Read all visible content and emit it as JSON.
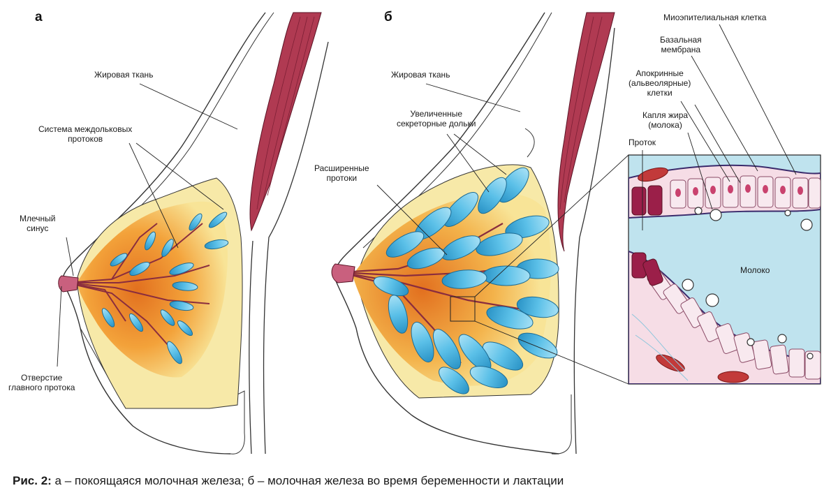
{
  "panels": {
    "a": "а",
    "b": "б"
  },
  "labels_a": {
    "fat": "Жировая ткань",
    "ducts": "Система междольковых\nпротоков",
    "sinus": "Млечный\nсинус",
    "opening": "Отверстие\nглавного протока"
  },
  "labels_b": {
    "fat": "Жировая ткань",
    "lobules": "Увеличенные\nсекреторные дольки",
    "dilated": "Расширенные\nпротоки"
  },
  "labels_detail": {
    "myo": "Миоэпителиальная клетка",
    "basal": "Базальная\nмембрана",
    "apocrine": "Апокринные\n(альвеолярные)\nклетки",
    "drop": "Капля жира\n(молока)",
    "duct": "Проток",
    "milk": "Молоко"
  },
  "caption": {
    "prefix": "Рис. 2:",
    "text": " а – покоящаяся молочная железа; б – молочная железа во время беременности и лактации"
  },
  "colors": {
    "muscle": "#b03a52",
    "fat_yellow": "#f6e89c",
    "gland_orange": "#f3a23a",
    "lobule_blue": "#58bde6",
    "duct_pink": "#c9607e",
    "detail_bg": "#bfe3ee",
    "cell_pink": "#e8a9c0"
  }
}
